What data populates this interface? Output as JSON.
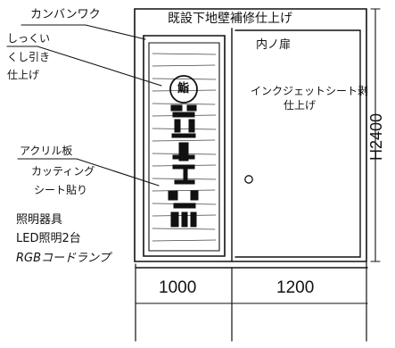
{
  "labels": {
    "top_right": "既設下地壁補修仕上げ",
    "door": "内ノ扉",
    "finish_line1": "インクジェットシート剥",
    "finish_line2": "仕上げ",
    "left_top": "カンバンワク",
    "left_2": "しっくい",
    "left_3": "くし引き",
    "left_4": "仕上げ",
    "acrylic": "アクリル板",
    "graphic_line1": "カッティング",
    "graphic_line2": "シート貼り",
    "lighting_line1": "照明器具",
    "lighting_line2": "LED照明2台",
    "lighting_line3": "RGBコードランプ",
    "seal": "鮨"
  },
  "dimensions": {
    "left_width": "1000",
    "right_width": "1200",
    "height": "H2400"
  },
  "colors": {
    "ink": "#111111",
    "paper": "#ffffff"
  }
}
